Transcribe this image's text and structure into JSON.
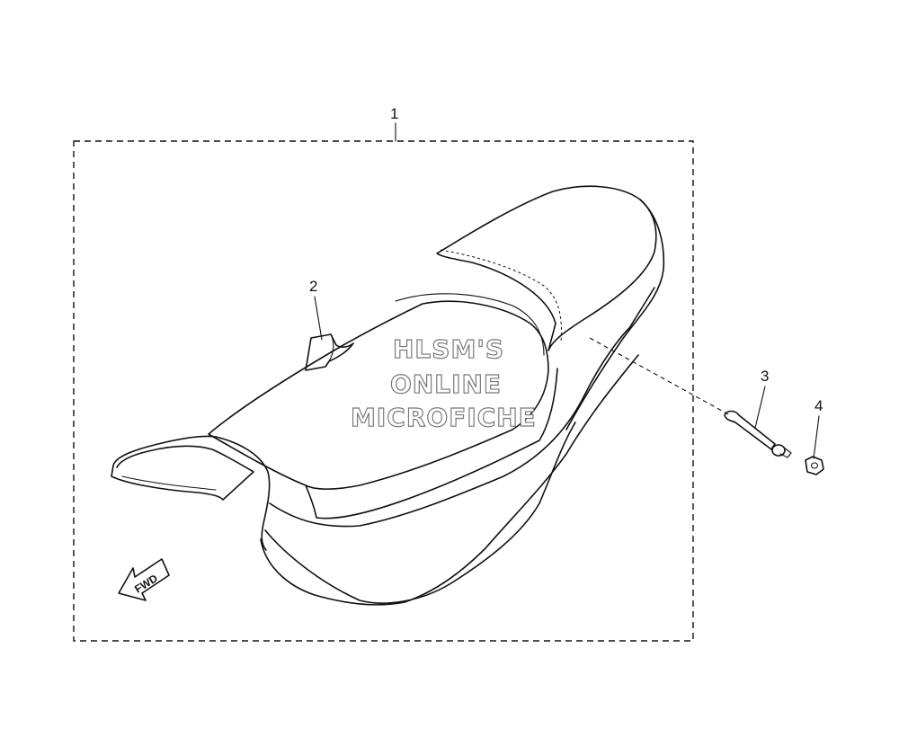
{
  "diagram": {
    "callouts": {
      "part_1": "1",
      "part_2": "2",
      "part_3": "3",
      "part_4": "4"
    },
    "watermark": {
      "line1": "HLSM'S",
      "line2": "ONLINE",
      "line3": "MICROFICHE"
    },
    "direction_arrow": {
      "label": "FWD",
      "icon": "fwd-arrow-icon"
    },
    "colors": {
      "line": "#111111",
      "background": "#ffffff",
      "watermark_outline": "#7a7a7a"
    }
  }
}
